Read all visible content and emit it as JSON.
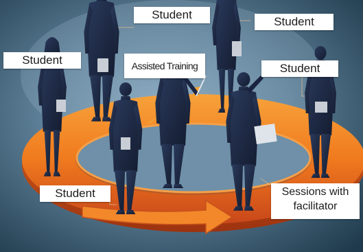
{
  "labels": {
    "student_top_center": "Student",
    "student_top_right": "Student",
    "student_left": "Student",
    "student_right": "Student",
    "student_bottom_left": "Student",
    "assisted_training": "Assisted Training",
    "sessions_line1": "Sessions with",
    "sessions_line2": "facilitator"
  },
  "colors": {
    "background_center": "#7fa0b8",
    "background_edge": "#1f3a4c",
    "ring_orange": "#f07a1e",
    "ring_dark": "#c8461a",
    "ring_light": "#f7a23a",
    "figure_navy": "#17213a",
    "label_bg": "#ffffff"
  }
}
